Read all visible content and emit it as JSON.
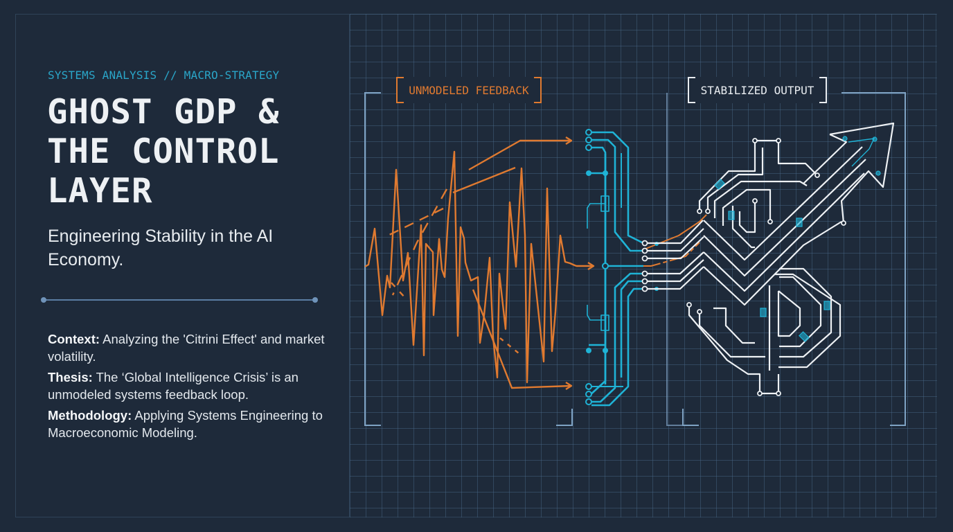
{
  "left_panel": {
    "eyebrow": "SYSTEMS ANALYSIS // MACRO-STRATEGY",
    "title": "GHOST GDP & THE CONTROL LAYER",
    "subtitle": "Engineering Stability in the AI Economy.",
    "points": [
      {
        "label": "Context:",
        "text": " Analyzing the 'Citrini Effect' and market volatility."
      },
      {
        "label": "Thesis:",
        "text": " The ‘Global Intelligence Crisis’ is an unmodeled systems feedback loop."
      },
      {
        "label": "Methodology:",
        "text": " Applying Systems Engineering to Macroeconomic Modeling."
      }
    ]
  },
  "diagram": {
    "left_label": "UNMODELED FEEDBACK",
    "right_label": "STABILIZED OUTPUT",
    "left_section": "volatile-signal-waveform",
    "center_section": "control-layer-circuit",
    "right_section": "circuit-dollar-sign-with-up-arrow",
    "colors": {
      "background": "#1e2a3a",
      "grid": "#3b5672",
      "feedback": "#e07a30",
      "control": "#1fb3d6",
      "output": "#eef1f4",
      "eyebrow": "#2aa6c9",
      "frame": "#7fa3c4"
    }
  }
}
